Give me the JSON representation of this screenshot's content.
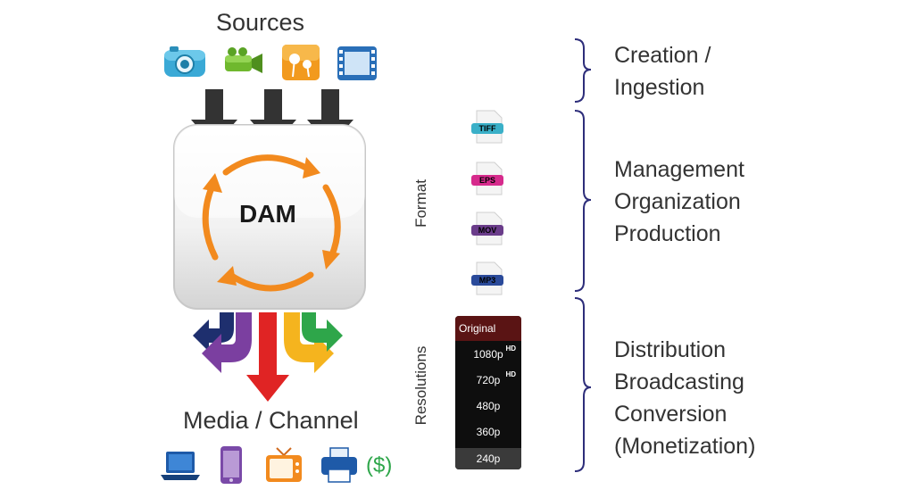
{
  "sources": {
    "title": "Sources",
    "icons": [
      "camera-icon",
      "video-camera-icon",
      "photo-icon",
      "film-icon"
    ]
  },
  "dam": {
    "label": "DAM"
  },
  "media": {
    "title": "Media / Channel",
    "icons": [
      "laptop-icon",
      "phone-icon",
      "tv-icon",
      "printer-icon"
    ],
    "money": "($)"
  },
  "format": {
    "label": "Format",
    "files": [
      "TIFF",
      "EPS",
      "MOV",
      "MP3"
    ]
  },
  "resolutions": {
    "label": "Resolutions",
    "items": [
      {
        "label": "Original",
        "hd": ""
      },
      {
        "label": "1080p",
        "hd": "HD"
      },
      {
        "label": "720p",
        "hd": "HD"
      },
      {
        "label": "480p",
        "hd": ""
      },
      {
        "label": "360p",
        "hd": ""
      },
      {
        "label": "240p",
        "hd": ""
      }
    ]
  },
  "stages": [
    {
      "lines": [
        "Creation /",
        "Ingestion"
      ]
    },
    {
      "lines": [
        "Management",
        "Organization",
        "Production"
      ]
    },
    {
      "lines": [
        "Distribution",
        "Broadcasting",
        "Conversion",
        "(Monetization)"
      ]
    }
  ],
  "colors": {
    "arrow_dark": "#333333",
    "cycle_orange": "#f28a1e",
    "bracket": "#2d2d7a",
    "out_navy": "#1e2f6e",
    "out_purple": "#7b3fa0",
    "out_red": "#e02424",
    "out_yellow": "#f5b41e",
    "out_green": "#2ea64a",
    "money_green": "#2ea64a"
  }
}
